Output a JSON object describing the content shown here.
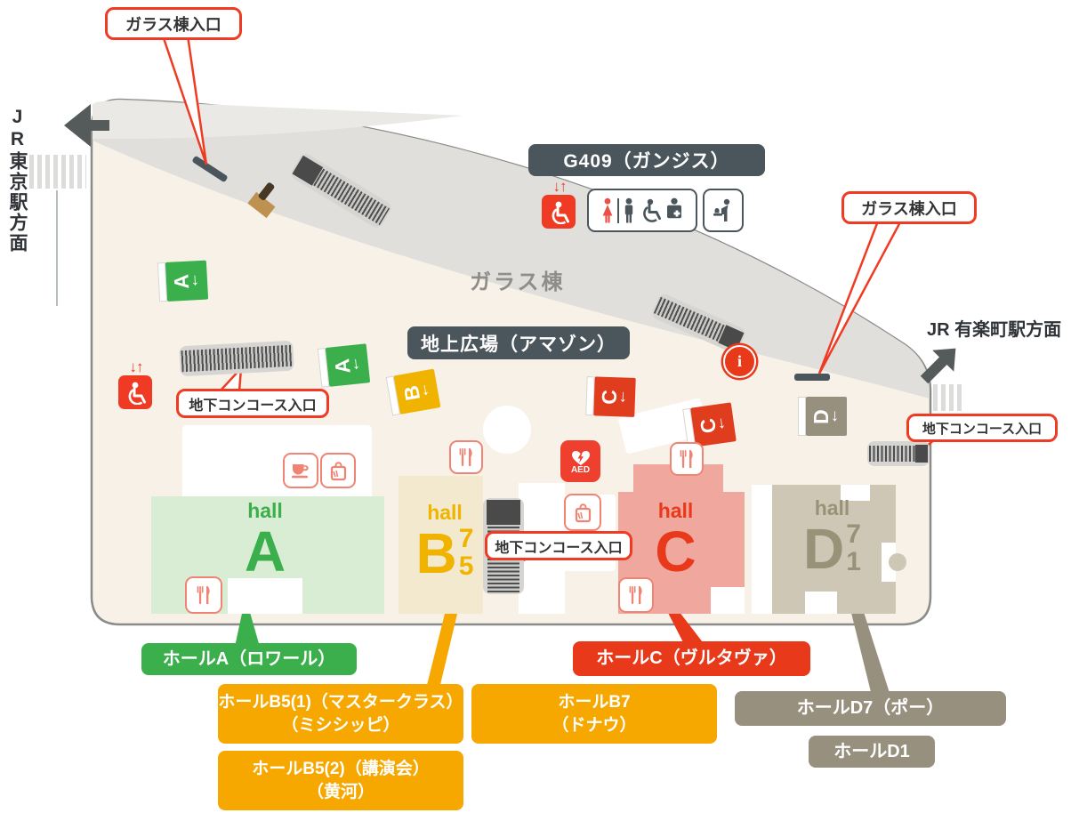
{
  "station_left": "JR東京駅方面",
  "station_right": "JR 有楽町駅方面",
  "glass_building": "ガラス棟",
  "room_badge": "G409（ガンジス）",
  "plaza_badge": "地上広場（アマゾン）",
  "callouts": {
    "glass_entrance": "ガラス棟入口",
    "concourse_entrance": "地下コンコース入口"
  },
  "halls": {
    "a": {
      "prefix": "hall",
      "letter": "A"
    },
    "b": {
      "prefix": "hall",
      "letter": "B",
      "num_top": "7",
      "num_bottom": "5"
    },
    "c": {
      "prefix": "hall",
      "letter": "C"
    },
    "d": {
      "prefix": "hall",
      "letter": "D",
      "num_top": "7",
      "num_bottom": "1"
    }
  },
  "flag_signs": {
    "a": {
      "letter": "A",
      "arrow": "↓"
    },
    "b": {
      "letter": "B",
      "arrow": "↓"
    },
    "c": {
      "letter": "C",
      "arrow": "↓"
    },
    "d": {
      "letter": "D",
      "arrow": "↓"
    }
  },
  "legend": {
    "hall_a": "ホールA（ロワール）",
    "hall_b5_1": {
      "line1": "ホールB5(1)（マスタークラス）",
      "line2": "（ミシシッピ）"
    },
    "hall_b5_2": {
      "line1": "ホールB5(2)（講演会）",
      "line2": "（黄河）"
    },
    "hall_b7": {
      "line1": "ホールB7",
      "line2": "（ドナウ）"
    },
    "hall_c": "ホールC（ヴルタヴァ）",
    "hall_d7": "ホールD7（ポー）",
    "hall_d1": "ホールD1"
  },
  "icons": {
    "aed": "AED",
    "elevator_arrows": "↓↑",
    "info": "i"
  },
  "colors": {
    "hall_a_green": "#3aaf4c",
    "hall_b_yellow": "#f0b400",
    "hall_c_red": "#e8391b",
    "hall_d_taupe": "#97907e",
    "dark_badge": "#4b555c",
    "callout_red": "#ef3b24",
    "floor_cream": "#f7f1e8",
    "glass_gray": "#e0dfdc"
  }
}
